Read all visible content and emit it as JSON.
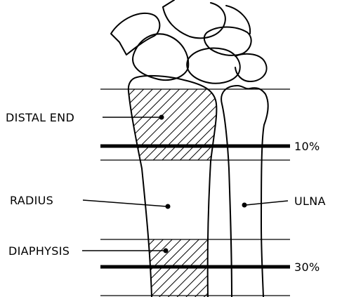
{
  "labels": {
    "distal_end": "DISTAL END",
    "radius": "RADIUS",
    "diaphysis": "DIAPHYSIS",
    "ulna": "ULNA",
    "ten_percent": "10%",
    "thirty_percent": "30%"
  }
}
